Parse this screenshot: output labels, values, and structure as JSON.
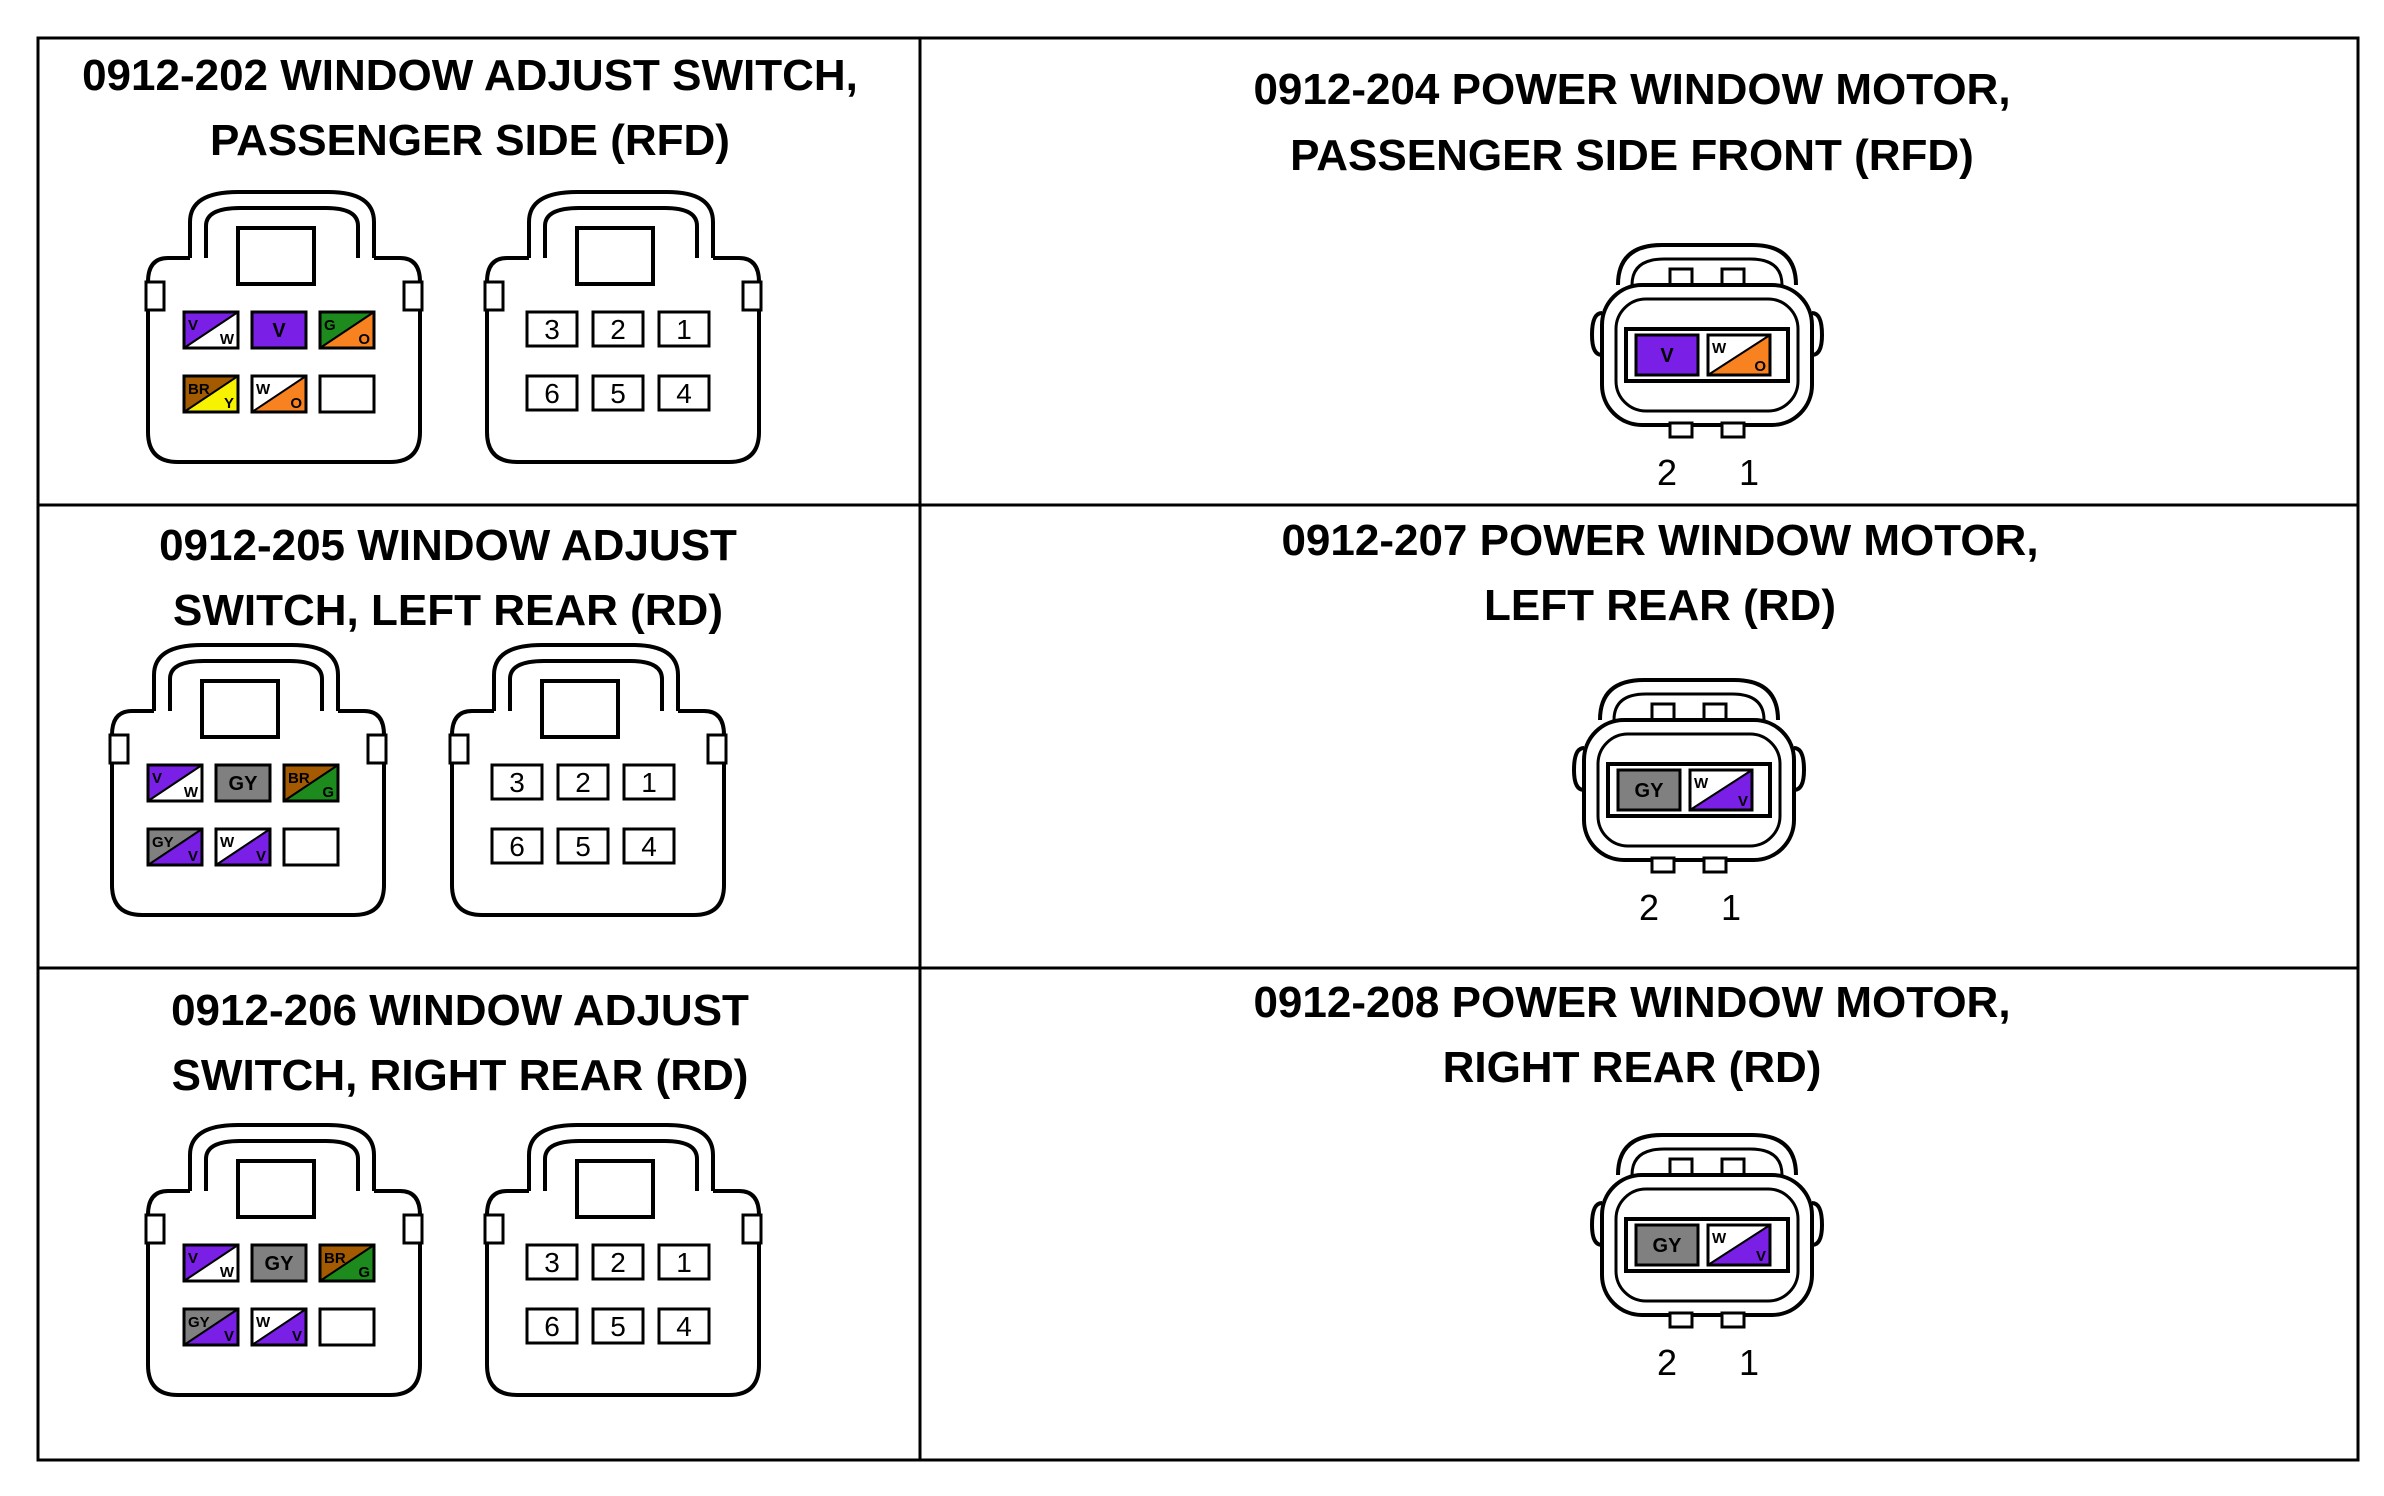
{
  "colors": {
    "V": "#7a1fe6",
    "W": "#ffffff",
    "G": "#1c8a1c",
    "O": "#f7821f",
    "BR": "#a35a00",
    "Y": "#f7f300",
    "GY": "#808080",
    "EMPTY": "#ffffff"
  },
  "cells": [
    {
      "id": "0912-202",
      "title_lines": [
        "0912-202 WINDOW ADJUST SWITCH,",
        "PASSENGER SIDE (RFD)"
      ],
      "type": "switch",
      "wires": [
        {
          "pin": 3,
          "label": [
            "V",
            "W"
          ]
        },
        {
          "pin": 2,
          "label": [
            "V"
          ]
        },
        {
          "pin": 1,
          "label": [
            "G",
            "O"
          ]
        },
        {
          "pin": 6,
          "label": [
            "BR",
            "Y"
          ]
        },
        {
          "pin": 5,
          "label": [
            "W",
            "O"
          ]
        },
        {
          "pin": 4,
          "label": []
        }
      ],
      "pin_numbers": [
        "3",
        "2",
        "1",
        "6",
        "5",
        "4"
      ]
    },
    {
      "id": "0912-204",
      "title_lines": [
        "0912-204 POWER WINDOW MOTOR,",
        "PASSENGER SIDE FRONT (RFD)"
      ],
      "type": "motor",
      "wires": [
        {
          "pin": 2,
          "label": [
            "V"
          ]
        },
        {
          "pin": 1,
          "label": [
            "W",
            "O"
          ]
        }
      ],
      "pin_numbers": [
        "2",
        "1"
      ]
    },
    {
      "id": "0912-205",
      "title_lines": [
        "0912-205  WINDOW ADJUST",
        "SWITCH, LEFT REAR (RD)"
      ],
      "type": "switch",
      "wires": [
        {
          "pin": 3,
          "label": [
            "V",
            "W"
          ]
        },
        {
          "pin": 2,
          "label": [
            "GY"
          ]
        },
        {
          "pin": 1,
          "label": [
            "BR",
            "G"
          ]
        },
        {
          "pin": 6,
          "label": [
            "GY",
            "V"
          ]
        },
        {
          "pin": 5,
          "label": [
            "W",
            "V"
          ]
        },
        {
          "pin": 4,
          "label": []
        }
      ],
      "pin_numbers": [
        "3",
        "2",
        "1",
        "6",
        "5",
        "4"
      ]
    },
    {
      "id": "0912-207",
      "title_lines": [
        "0912-207 POWER WINDOW MOTOR,",
        "LEFT REAR (RD)"
      ],
      "type": "motor",
      "wires": [
        {
          "pin": 2,
          "label": [
            "GY"
          ]
        },
        {
          "pin": 1,
          "label": [
            "W",
            "V"
          ]
        }
      ],
      "pin_numbers": [
        "2",
        "1"
      ]
    },
    {
      "id": "0912-206",
      "title_lines": [
        "0912-206  WINDOW ADJUST",
        "SWITCH, RIGHT REAR (RD)"
      ],
      "type": "switch",
      "wires": [
        {
          "pin": 3,
          "label": [
            "V",
            "W"
          ]
        },
        {
          "pin": 2,
          "label": [
            "GY"
          ]
        },
        {
          "pin": 1,
          "label": [
            "BR",
            "G"
          ]
        },
        {
          "pin": 6,
          "label": [
            "GY",
            "V"
          ]
        },
        {
          "pin": 5,
          "label": [
            "W",
            "V"
          ]
        },
        {
          "pin": 4,
          "label": []
        }
      ],
      "pin_numbers": [
        "3",
        "2",
        "1",
        "6",
        "5",
        "4"
      ]
    },
    {
      "id": "0912-208",
      "title_lines": [
        "0912-208 POWER WINDOW MOTOR,",
        "RIGHT REAR (RD)"
      ],
      "type": "motor",
      "wires": [
        {
          "pin": 2,
          "label": [
            "GY"
          ]
        },
        {
          "pin": 1,
          "label": [
            "W",
            "V"
          ]
        }
      ],
      "pin_numbers": [
        "2",
        "1"
      ]
    }
  ]
}
